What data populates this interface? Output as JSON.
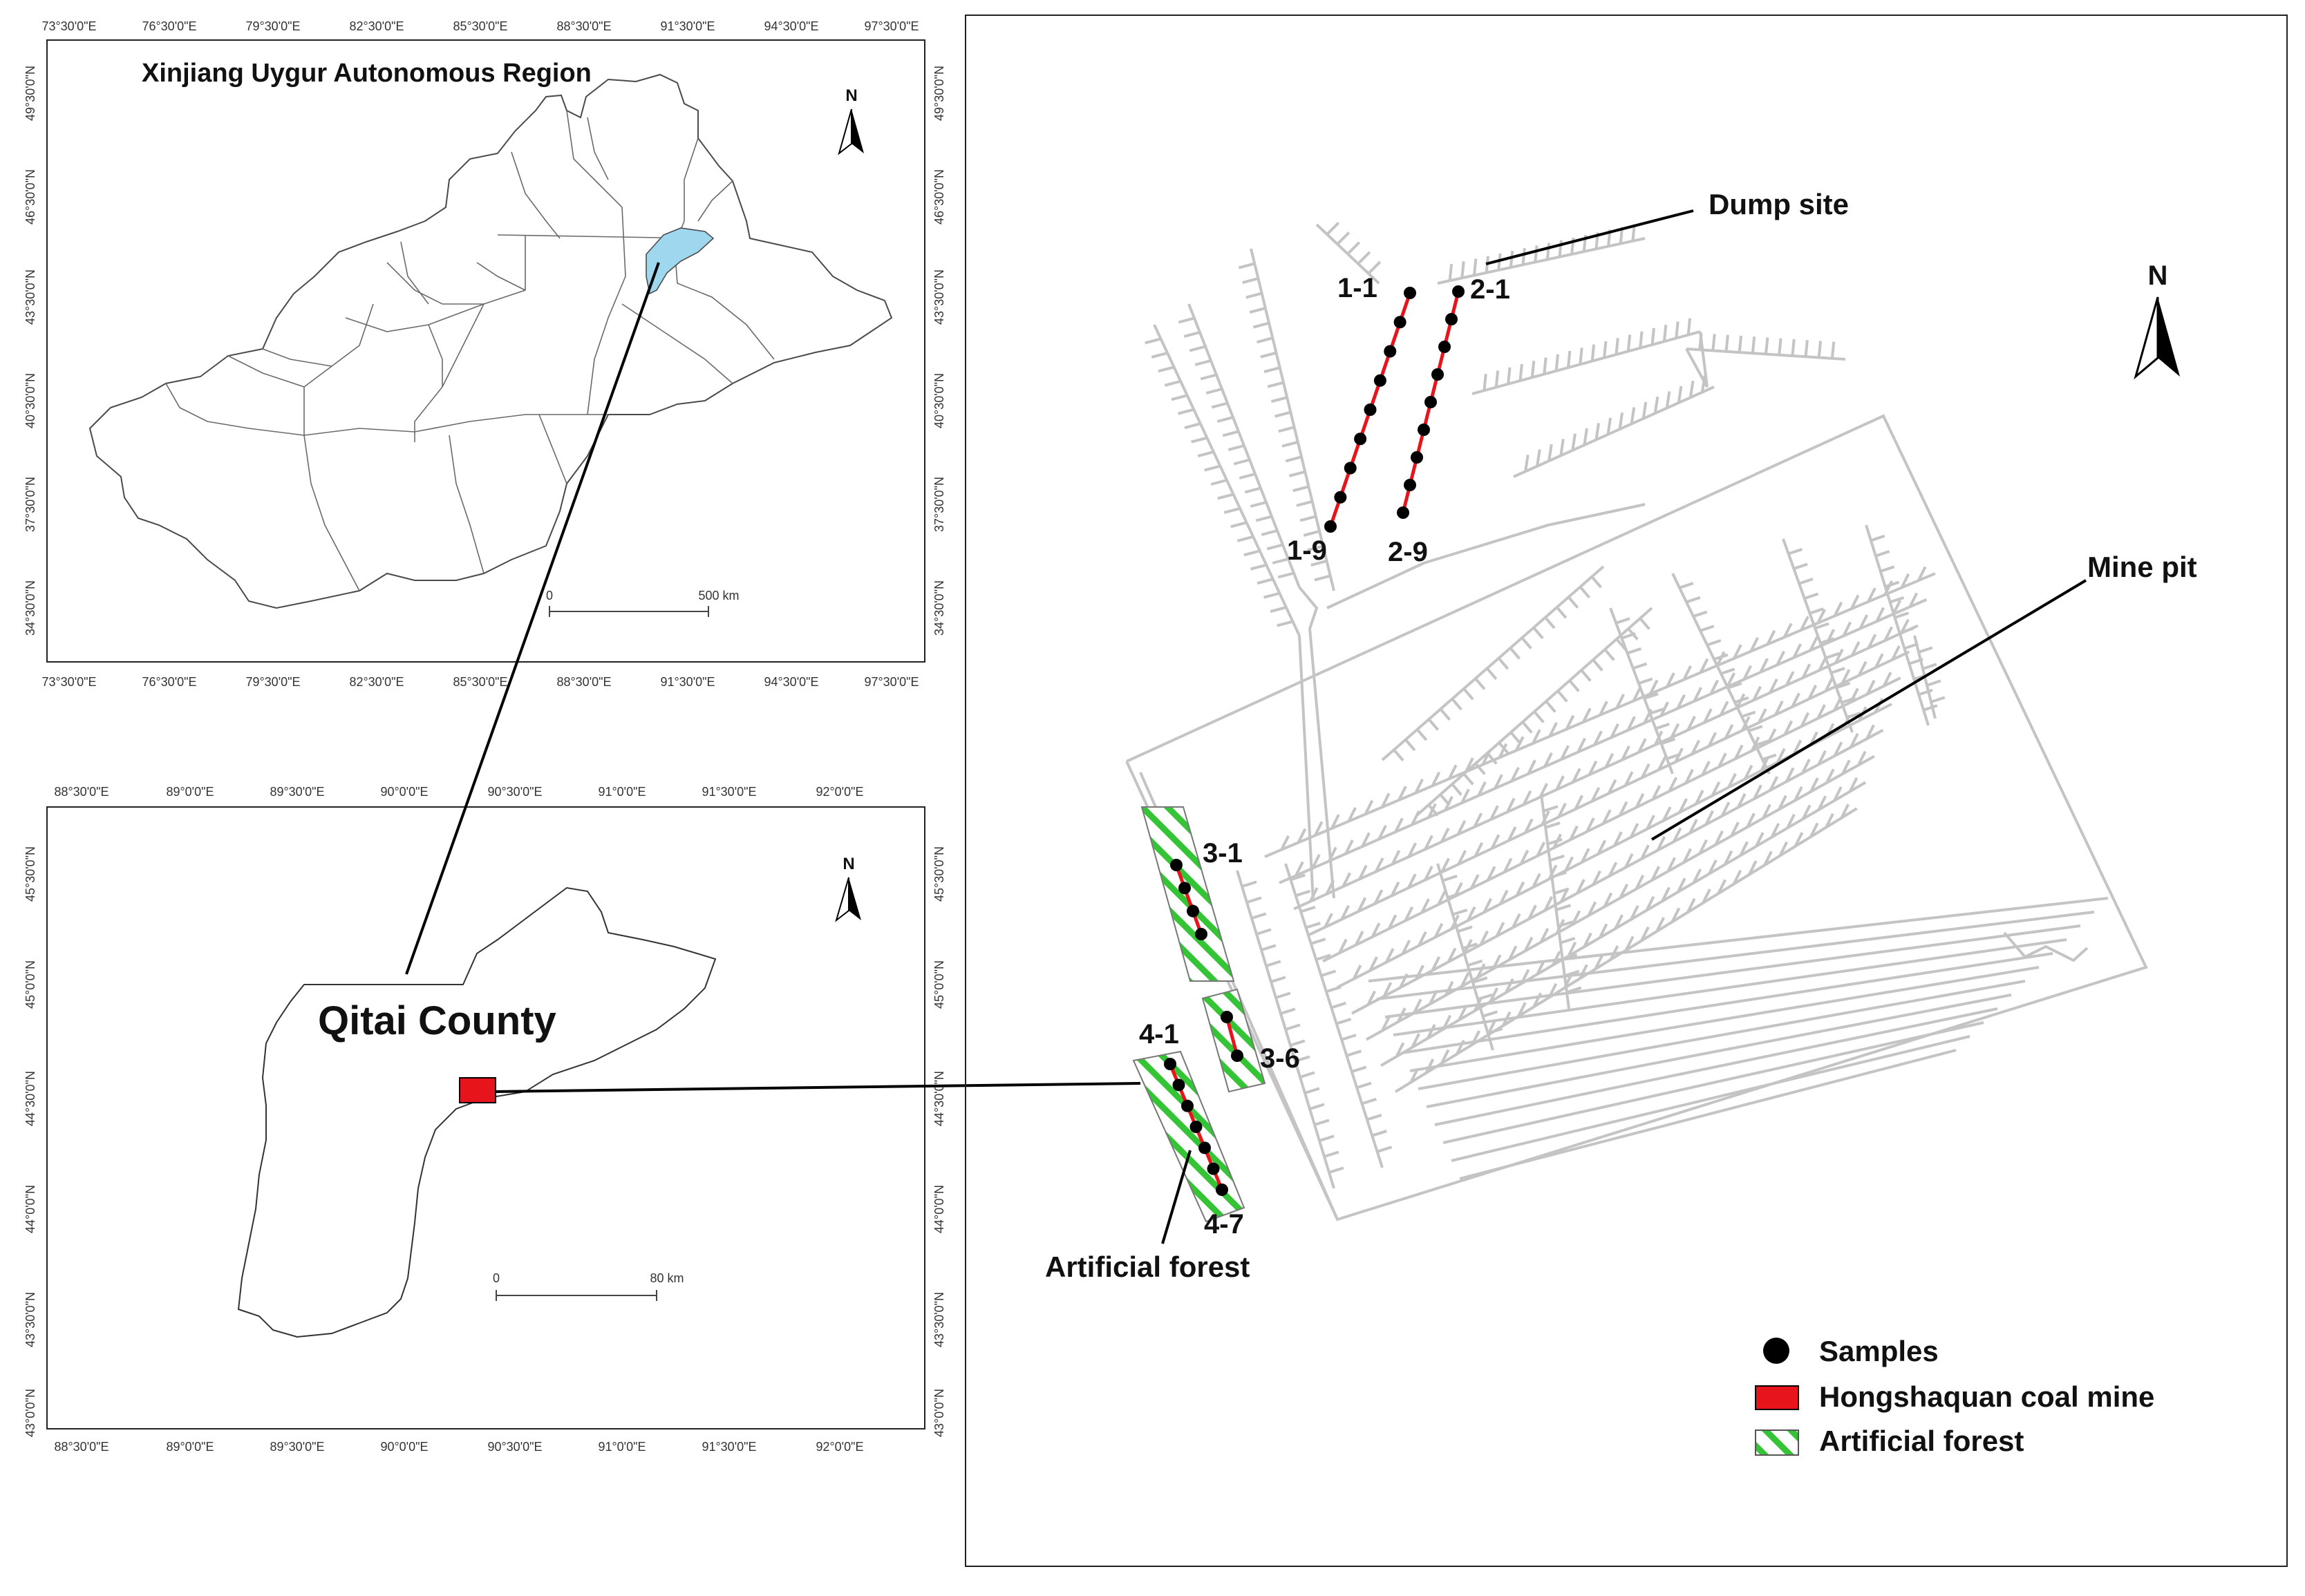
{
  "regional_map": {
    "title": "Xinjiang Uygur Autonomous Region",
    "lon_ticks": [
      "73°30'0\"E",
      "76°30'0\"E",
      "79°30'0\"E",
      "82°30'0\"E",
      "85°30'0\"E",
      "88°30'0\"E",
      "91°30'0\"E",
      "94°30'0\"E",
      "97°30'0\"E"
    ],
    "lat_ticks": [
      "49°30'0\"N",
      "46°30'0\"N",
      "43°30'0\"N",
      "40°30'0\"N",
      "37°30'0\"N",
      "34°30'0\"N"
    ],
    "north_label": "N",
    "scale_start": "0",
    "scale_end": "500 km"
  },
  "county_map": {
    "title": "Qitai County",
    "lon_ticks": [
      "88°30'0\"E",
      "89°0'0\"E",
      "89°30'0\"E",
      "90°0'0\"E",
      "90°30'0\"E",
      "91°0'0\"E",
      "91°30'0\"E",
      "92°0'0\"E"
    ],
    "lat_ticks": [
      "45°30'0\"N",
      "45°0'0\"N",
      "44°30'0\"N",
      "44°0'0\"N",
      "43°30'0\"N",
      "43°0'0\"N"
    ],
    "north_label": "N",
    "scale_start": "0",
    "scale_end": "80 km"
  },
  "mine_map": {
    "north_label": "N",
    "labels": {
      "dump_site": "Dump site",
      "mine_pit": "Mine pit",
      "artificial_forest": "Artificial forest"
    },
    "sample_labels": [
      "1-1",
      "1-9",
      "2-1",
      "2-9",
      "3-1",
      "3-6",
      "4-1",
      "4-7"
    ]
  },
  "legend": {
    "items": [
      {
        "symbol": "black-dot",
        "label": "Samples"
      },
      {
        "symbol": "red-box",
        "label": "Hongshaquan coal mine"
      },
      {
        "symbol": "green-hatch",
        "label": "Artificial forest"
      }
    ]
  },
  "colors": {
    "highlight_region": "#9fd7ee",
    "coal_mine": "#e8141b",
    "transect": "#e8141b",
    "forest": "#35c435",
    "pit_lines": "#c4c4c4"
  }
}
